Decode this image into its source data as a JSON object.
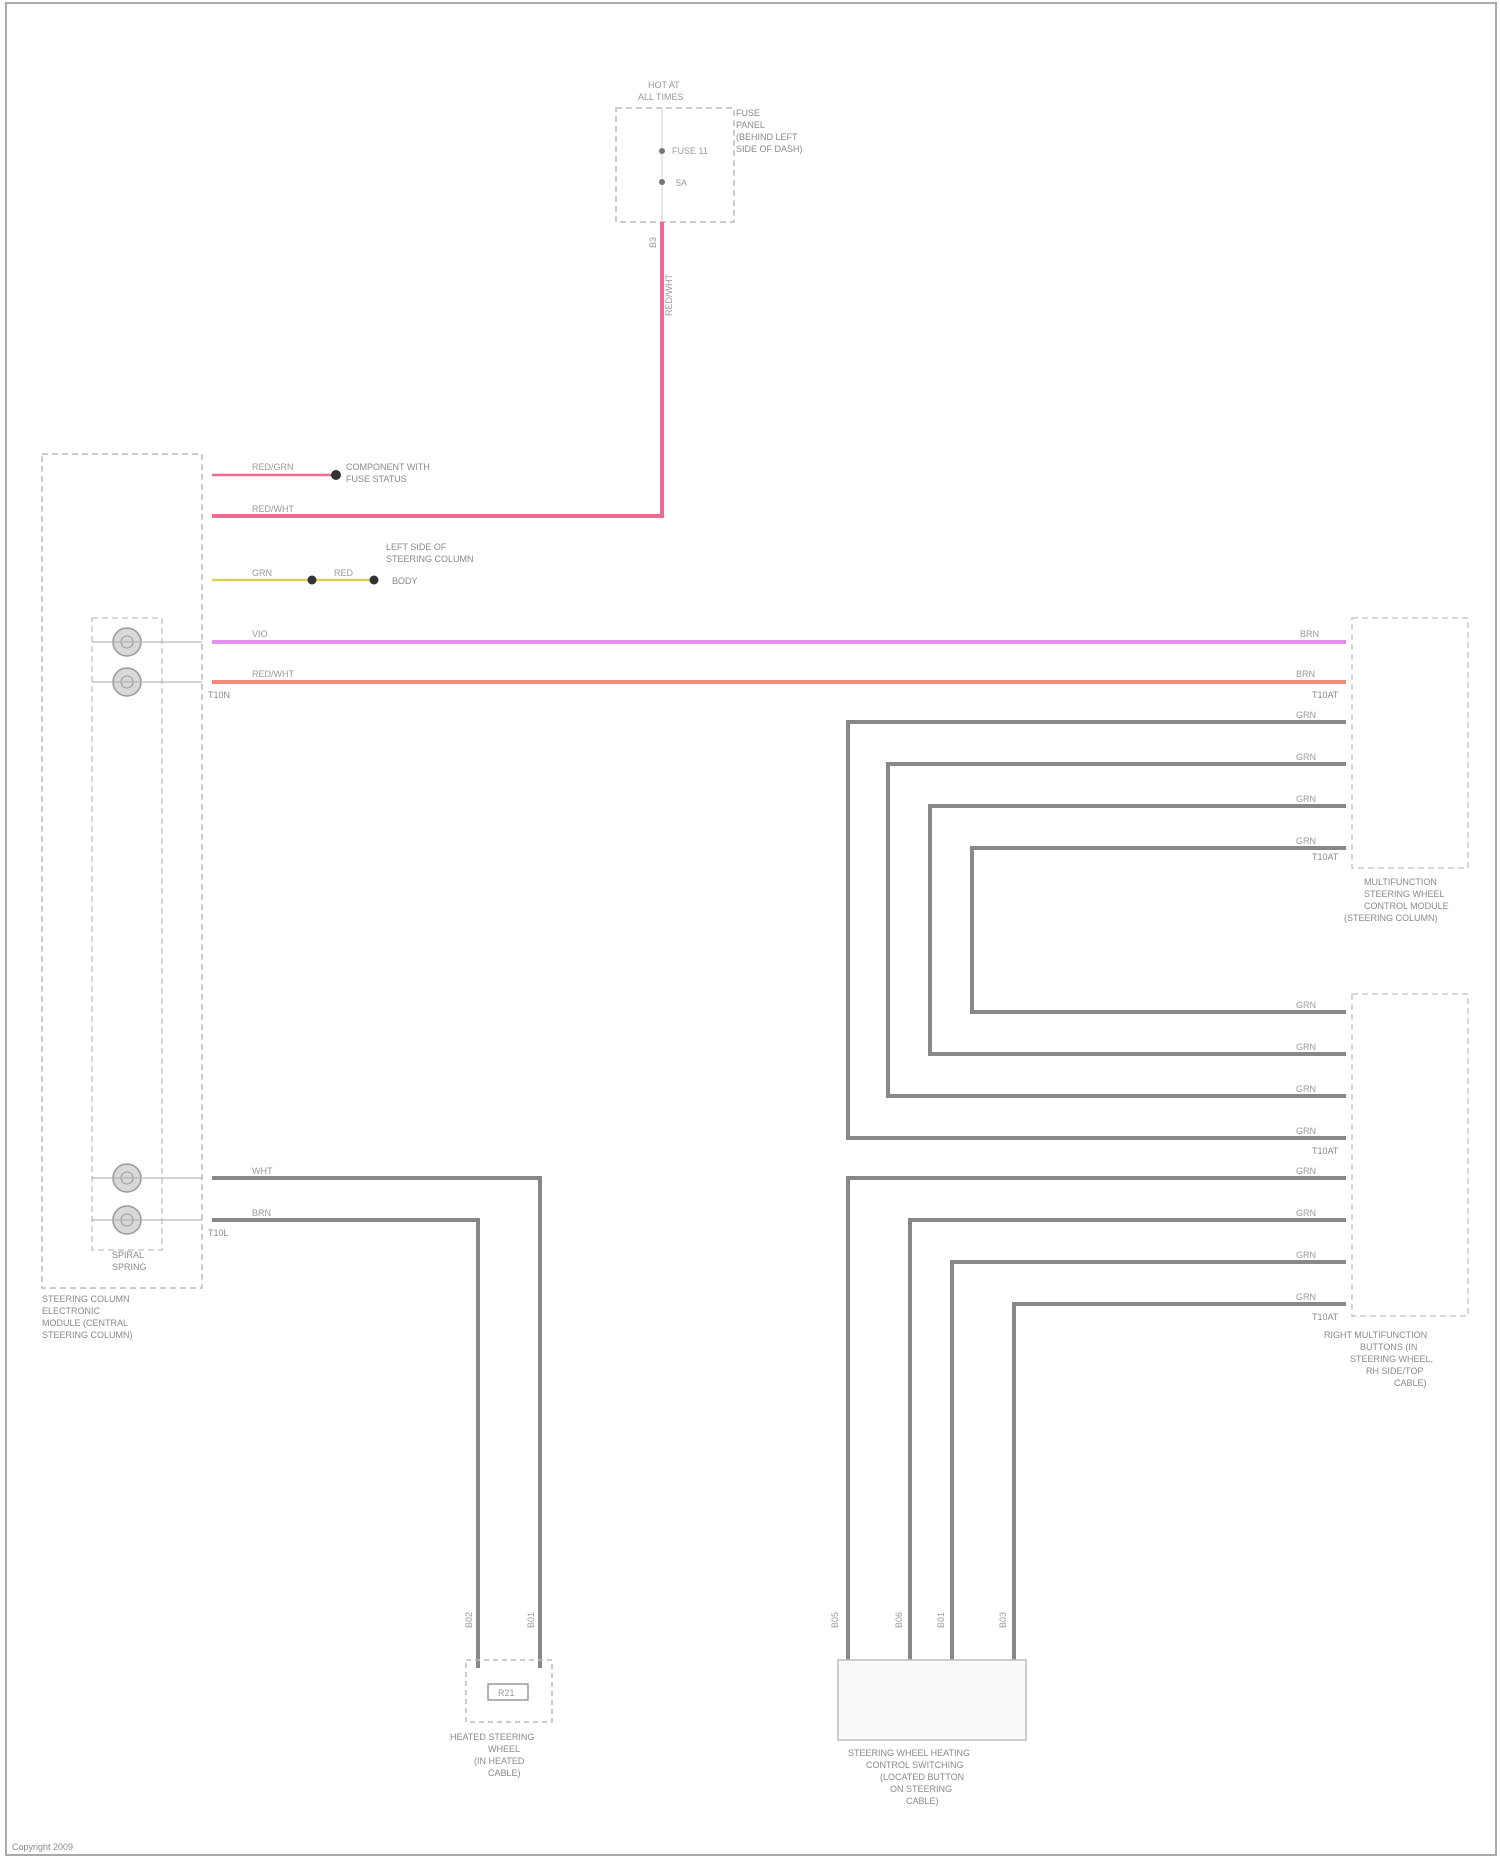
{
  "diagram": {
    "fuse_box": {
      "top_label": [
        "HOT AT",
        "ALL TIMES"
      ],
      "side_label": [
        "FUSE",
        "PANEL",
        "(BEHIND LEFT",
        "SIDE OF DASH)"
      ],
      "fuse_name": "FUSE 11",
      "fuse_rating": "5A",
      "pin": "B3"
    },
    "steering_module": {
      "label": [
        "STEERING COLUMN",
        "ELECTRONIC",
        "MODULE (CENTRAL",
        "STEERING COLUMN)"
      ],
      "clock_spring_label": [
        "SPIRAL",
        "SPRING"
      ],
      "wire_colors": [
        "RED/GRN",
        "RED/WHT",
        "GRN",
        "RED",
        "VIO",
        "RED/WHT",
        "WHT",
        "BRN"
      ],
      "connector_labels": [
        "T10N",
        "T10L"
      ],
      "ground_label": [
        "COMPONENT WITH",
        "FUSE STATUS"
      ],
      "signal_label": [
        "LEFT SIDE OF",
        "STEERING COLUMN",
        "BODY"
      ]
    },
    "multifunction_switch": {
      "label": [
        "MULTIFUNCTION",
        "STEERING WHEEL",
        "CONTROL MODULE",
        "(STEERING COLUMN)"
      ],
      "wire_colors": [
        "BRN",
        "BRN",
        "GRN",
        "GRN",
        "GRN",
        "GRN"
      ],
      "connector": "T10AT",
      "connector_bottom": "T10AT"
    },
    "right_switch": {
      "label": [
        "RIGHT MULTIFUNCTION",
        "BUTTONS (IN",
        "STEERING WHEEL,",
        "RH SIDE/TOP",
        "CABLE)"
      ],
      "wire_colors": [
        "GRN",
        "GRN",
        "GRN",
        "GRN",
        "GRN",
        "GRN",
        "GRN",
        "GRN"
      ],
      "connector_top": "T10AT",
      "connector_bottom": "T10AT"
    },
    "heated_wheel": {
      "label": [
        "HEATED STEERING",
        "WHEEL",
        "(IN HEATED",
        "CABLE)"
      ],
      "element": "R21",
      "pins": [
        "B02",
        "B01"
      ]
    },
    "bottom_switch": {
      "label": [
        "STEERING WHEEL HEATING",
        "CONTROL SWITCHING",
        "(LOCATED BUTTON",
        "ON STEERING",
        "CABLE)"
      ],
      "pins": [
        "B05",
        "B06",
        "B01",
        "B03"
      ]
    },
    "footer": "Copyright 2009",
    "colors": {
      "red_wire": "#ee6a8f",
      "violet_wire": "#e48ef0",
      "orange_wire": "#f08a7a",
      "yellow_wire": "#dbd15a",
      "gray_wire": "#888888",
      "box_dash": "#bcbcbc"
    }
  }
}
